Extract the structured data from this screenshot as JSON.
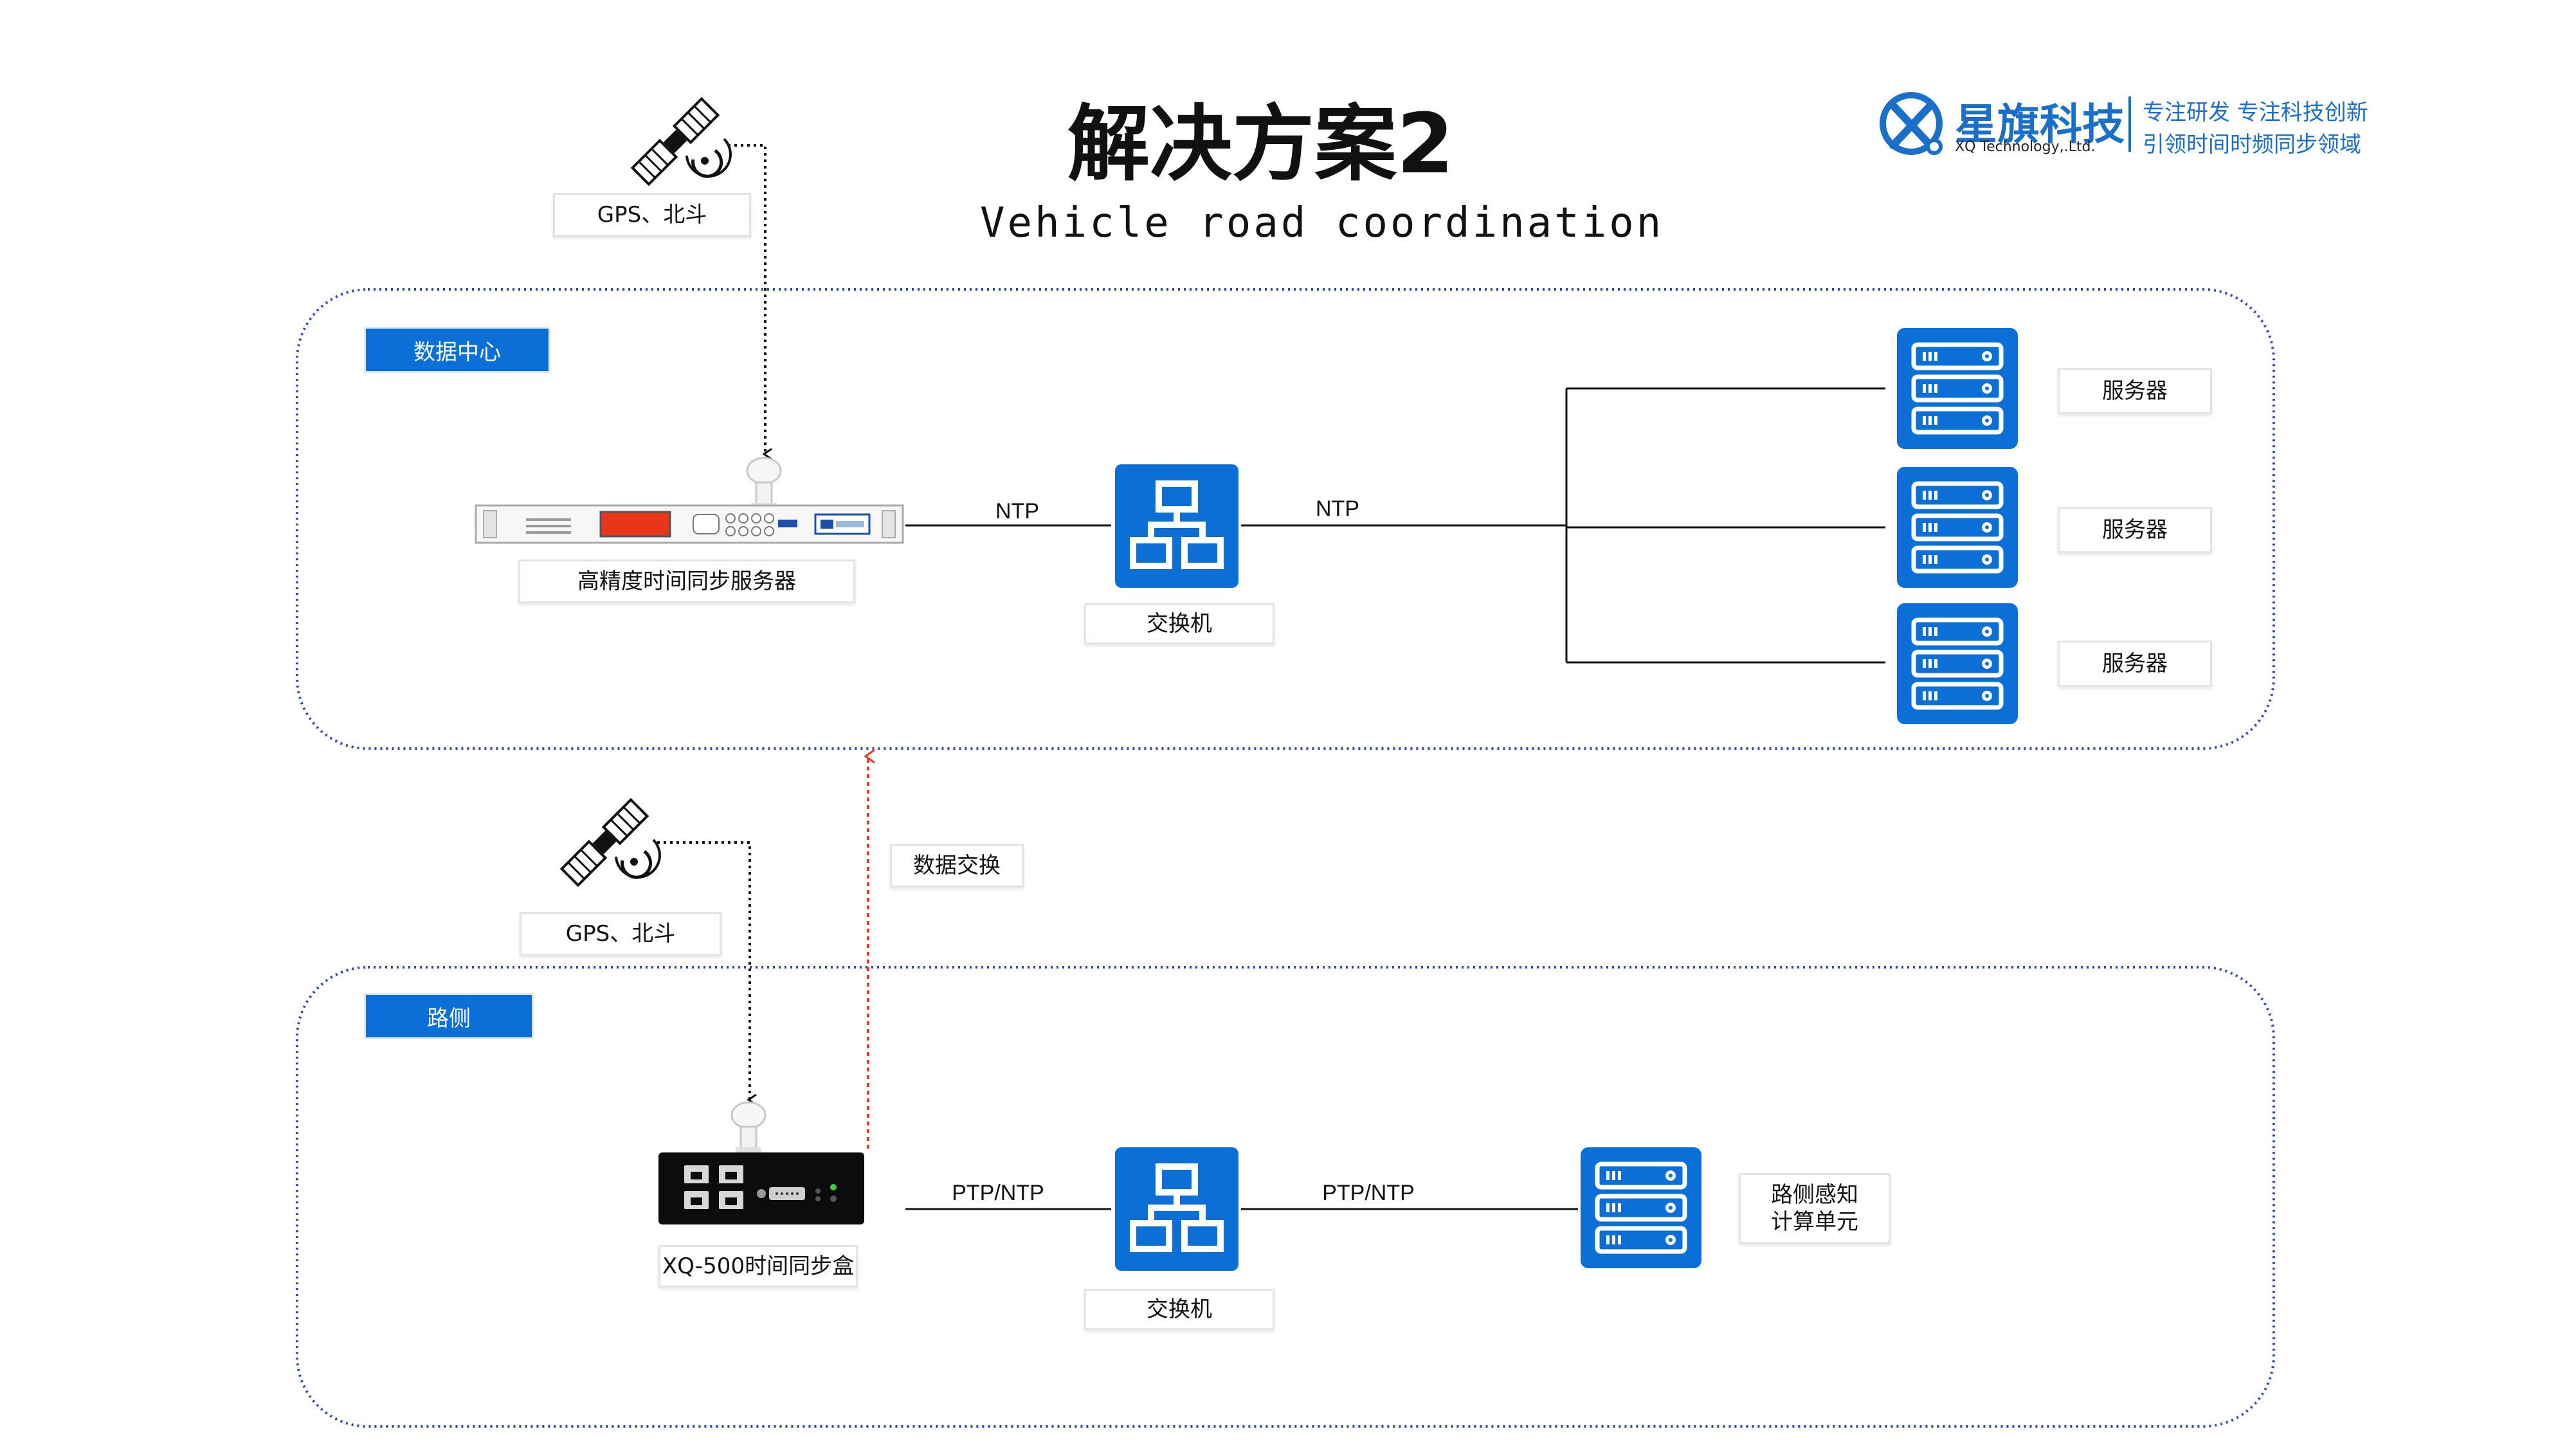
{
  "header": {
    "title": "解决方案2",
    "subtitle": "Vehicle road coordination",
    "brand_name": "星旗科技",
    "brand_en": "XQ Technology,.Ltd.",
    "slogan_line1": "专注研发 专注科技创新",
    "slogan_line2": "引领时间时频同步领域"
  },
  "colors": {
    "accent_blue": "#0a6fd6",
    "brand_blue": "#1a6fc9",
    "dotted_border": "#2d4aa8",
    "data_exchange_arrow": "#e03a2a"
  },
  "top_section": {
    "tag": "数据中心",
    "gps_label": "GPS、北斗",
    "server_device_label": "高精度时间同步服务器",
    "link_left": "NTP",
    "link_right": "NTP",
    "switch_label": "交换机",
    "servers": [
      {
        "label": "服务器"
      },
      {
        "label": "服务器"
      },
      {
        "label": "服务器"
      }
    ]
  },
  "exchange": {
    "label": "数据交换"
  },
  "bottom_section": {
    "tag": "路侧",
    "gps_label": "GPS、北斗",
    "device_label": "XQ-500时间同步盒",
    "link_left": "PTP/NTP",
    "link_right": "PTP/NTP",
    "switch_label": "交换机",
    "unit_label_line1": "路侧感知",
    "unit_label_line2": "计算单元"
  },
  "icons": {
    "satellite": "satellite-icon",
    "switch": "network-switch-icon",
    "server": "server-rack-icon",
    "antenna": "gps-antenna-icon",
    "logo": "xq-logo-icon"
  }
}
